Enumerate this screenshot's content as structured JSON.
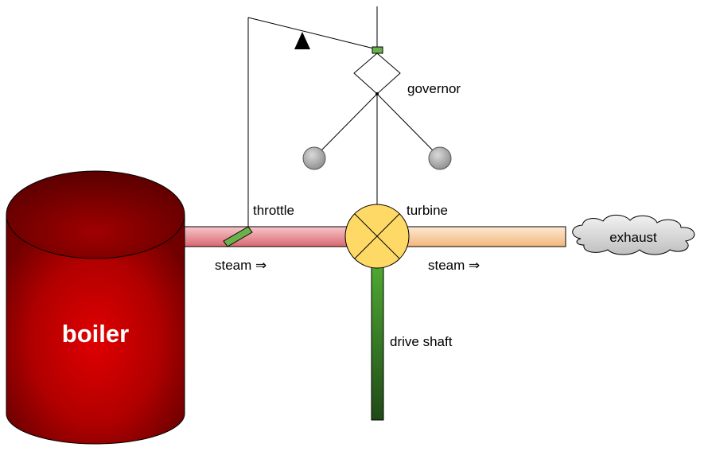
{
  "labels": {
    "governor": "governor",
    "throttle": "throttle",
    "turbine": "turbine",
    "steam_in": "steam ⇒",
    "steam_out": "steam ⇒",
    "exhaust": "exhaust",
    "drive_shaft": "drive shaft",
    "boiler": "boiler"
  },
  "colors": {
    "boiler": "#c00000",
    "steam_pipe_hot": "#e07a82",
    "steam_pipe_cool": "#f7c89a",
    "turbine": "#ffd966",
    "drive_shaft": "#3d8a2a",
    "throttle_valve": "#6ab04c",
    "governor_ball": "#a6a6a6",
    "exhaust_cloud": "#d4d4d4"
  }
}
